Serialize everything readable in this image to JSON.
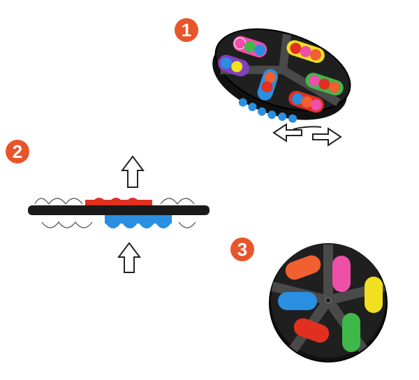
{
  "steps": [
    {
      "number": "1"
    },
    {
      "number": "2"
    },
    {
      "number": "3"
    }
  ],
  "colors": {
    "badge": "#e8552a",
    "disc": "#1f1f1f",
    "disc_groove": "#4a4a4a",
    "orange": "#f06030",
    "pink": "#ee4fa8",
    "yellow": "#f0e020",
    "green": "#3fb84a",
    "blue": "#2a8fe0",
    "red": "#e03020",
    "purple": "#8040c0"
  },
  "icons": {
    "rotate": "rotate-arrows-icon",
    "push_up": "up-arrow-icon"
  }
}
